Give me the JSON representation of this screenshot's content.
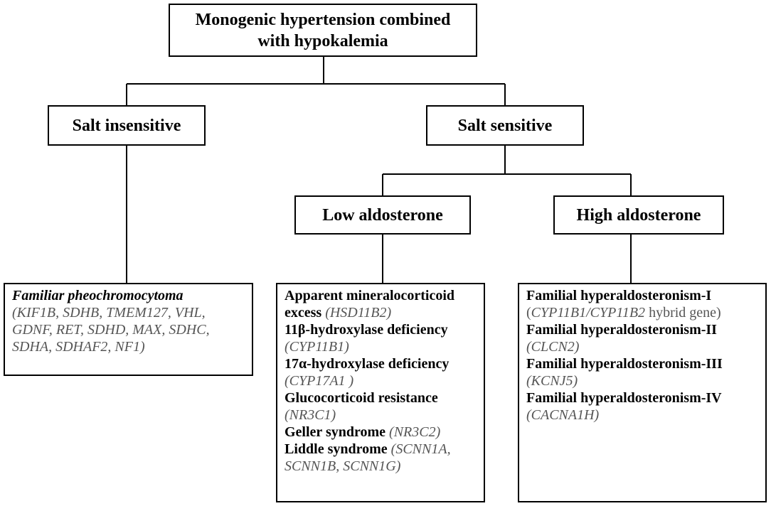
{
  "root": {
    "line1": "Monogenic hypertension combined",
    "line2": "with hypokalemia"
  },
  "salt_insensitive": {
    "label": "Salt insensitive"
  },
  "salt_sensitive": {
    "label": "Salt sensitive"
  },
  "low_aldosterone": {
    "label": "Low aldosterone"
  },
  "high_aldosterone": {
    "label": "High aldosterone"
  },
  "pheo": {
    "title": "Familiar pheochromocytoma",
    "genes": [
      "(KIF1B, SDHB, TMEM127, VHL,",
      "GDNF, RET, SDHD, MAX, SDHC,",
      "SDHA, SDHAF2, NF1)"
    ]
  },
  "low_list": {
    "ame_title": "Apparent mineralocorticoid",
    "ame_word": "excess",
    "ame_gene": "(HSD11B2)",
    "hyd11_title": "11β-hydroxylase deficiency",
    "hyd11_gene": "(CYP11B1)",
    "hyd17_title": "17α-hydroxylase deficiency",
    "hyd17_gene": "(CYP17A1 )",
    "gluco_title": "Glucocorticoid resistance",
    "gluco_gene": "(NR3C1)",
    "geller_title": "Geller syndrome",
    "geller_gene": "(NR3C2)",
    "liddle_title": "Liddle syndrome",
    "liddle_gene1": "(SCNN1A,",
    "liddle_gene2": "SCNN1B, SCNN1G)"
  },
  "high_list": {
    "fh1_title": "Familial hyperaldosteronism-I",
    "fh1_open": "(",
    "fh1_gene": "CYP11B1/CYP11B2",
    "fh1_rest": " hybrid gene)",
    "fh2_title": "Familial hyperaldosteronism-II",
    "fh2_gene": "(CLCN2)",
    "fh3_title": "Familial hyperaldosteronism-III",
    "fh3_gene": "(KCNJ5)",
    "fh4_title": "Familial hyperaldosteronism-IV",
    "fh4_gene": "(CACNA1H)"
  }
}
